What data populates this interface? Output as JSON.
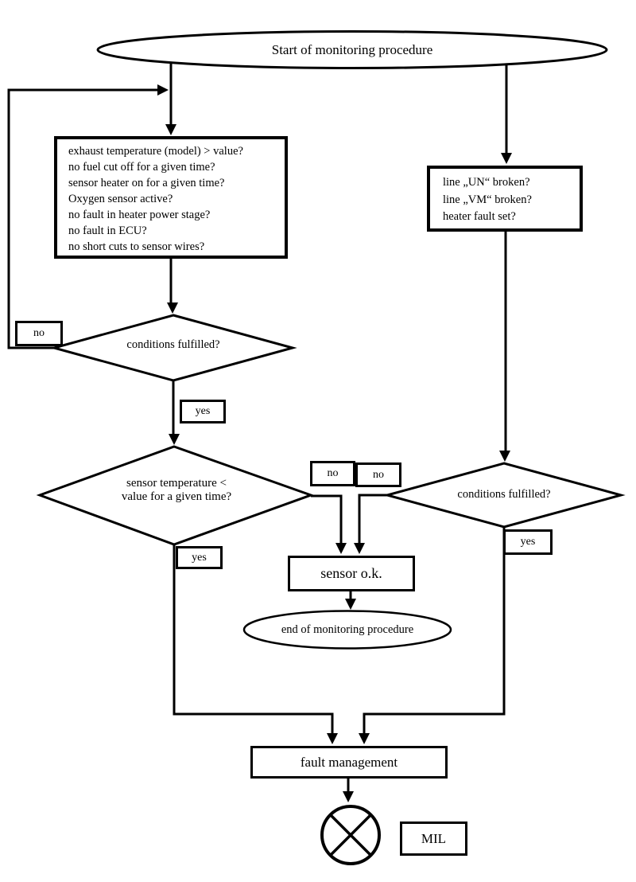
{
  "diagram": {
    "background": "#ffffff",
    "line_color": "#000000",
    "nodes": {
      "start": {
        "label": "Start of monitoring procedure"
      },
      "entry_conditions": {
        "lines": [
          "exhaust temperature (model) > value?",
          "no fuel cut off for a given time?",
          "sensor heater on for a given time?",
          "Oxygen sensor active?",
          "no fault in heater power stage?",
          "no fault in ECU?",
          "no short cuts to sensor wires?"
        ]
      },
      "line_check": {
        "lines": [
          "line „UN“ broken?",
          "line „VM“ broken?",
          "heater fault set?"
        ]
      },
      "conditions_fulfilled_left": {
        "label": "conditions fulfilled?"
      },
      "sensor_temperature": {
        "lines": [
          "sensor temperature <",
          "value for a given time?"
        ]
      },
      "conditions_fulfilled_right": {
        "label": "conditions fulfilled?"
      },
      "sensor_ok": {
        "label": "sensor o.k."
      },
      "end": {
        "label": "end of monitoring procedure"
      },
      "fault_management": {
        "label": "fault management"
      },
      "mil": {
        "label": "MIL"
      }
    },
    "edge_labels": {
      "no_loop": "no",
      "yes_left": "yes",
      "no_mid_left": "no",
      "no_mid_right": "no",
      "yes_mid": "yes",
      "yes_right": "yes"
    }
  }
}
